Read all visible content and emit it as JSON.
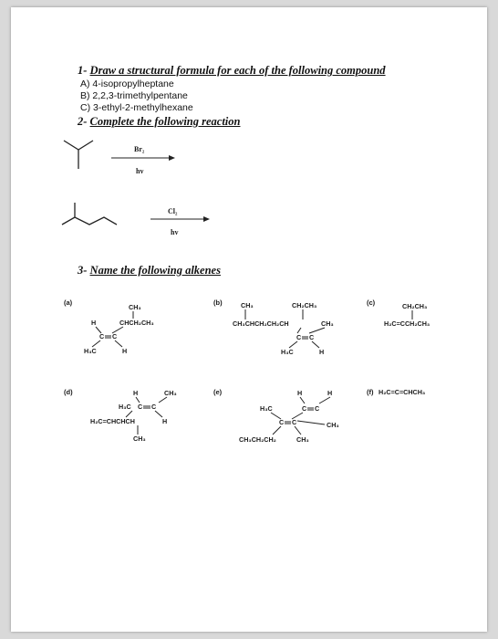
{
  "q1": {
    "num": "1-",
    "title": "Draw a structural formula for each of the following compound",
    "items": [
      "A) 4-isopropylheptane",
      "B) 2,2,3-trimethylpentane",
      "C) 3-ethyl-2-methylhexane"
    ]
  },
  "q2": {
    "num": "2-",
    "title": "Complete the following reaction",
    "r1": {
      "reagent": "Br₂",
      "condition": "hv"
    },
    "r2": {
      "reagent": "Cl₂",
      "condition": "hv"
    }
  },
  "q3": {
    "num": "3-",
    "title": "Name the following alkenes",
    "a": {
      "label": "(a)",
      "ch3": "CH₃",
      "h_top": "H",
      "sub": "CHCH₂CH₃",
      "c1": "C",
      "c2": "C",
      "h3c": "H₃C",
      "h_bot": "H"
    },
    "b": {
      "label": "(b)",
      "ch3_top": "CH₃",
      "et_top": "CH₂CH₃",
      "chain": "CH₃CHCH₂CH₂CH",
      "ch3_r": "CH₃",
      "c1": "C",
      "c2": "C",
      "h3c": "H₃C",
      "h": "H"
    },
    "c": {
      "label": "(c)",
      "et": "CH₂CH₃",
      "main": "H₂C=CCH₂CH₃"
    },
    "d": {
      "label": "(d)",
      "h": "H",
      "ch3": "CH₃",
      "h3c": "H₃C",
      "c1": "C",
      "c2": "C",
      "chain": "H₂C=CHCHCH",
      "h2": "H",
      "ch3_bot": "CH₃"
    },
    "e": {
      "label": "(e)",
      "h1": "H",
      "h2": "H",
      "h3c": "H₃C",
      "c1": "C",
      "c2": "C",
      "c3": "C",
      "c4": "C",
      "ch3": "CH₃",
      "pr": "CH₃CH₂CH₂",
      "ch3_bot": "CH₃"
    },
    "f": {
      "label": "(f)",
      "formula": "H₂C=C=CHCH₃"
    }
  }
}
